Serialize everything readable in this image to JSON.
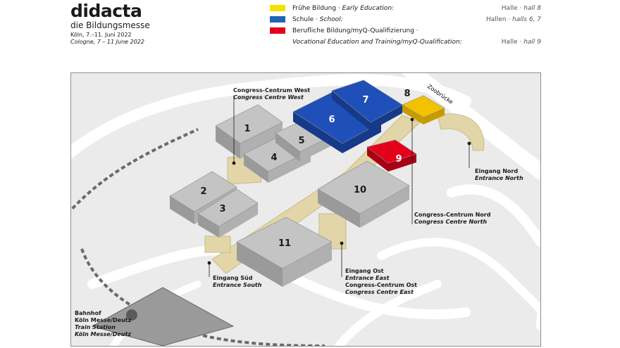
{
  "header": {
    "logo_title": "didacta",
    "logo_subtitle": "die Bildungsmesse",
    "date_de": "Köln, 7.–11. Juni 2022",
    "date_en": "Cologne, 7 – 11 June 2022"
  },
  "legend": [
    {
      "color": "#f5e000",
      "label_de": "Frühe Bildung · ",
      "label_en": "Early Education:",
      "hall_de": "Halle · ",
      "hall_en": "hall 8"
    },
    {
      "color": "#1f64b4",
      "label_de": "Schule · ",
      "label_en": "School:",
      "hall_de": "Hallen · ",
      "hall_en": "halls 6, 7"
    },
    {
      "color": "#e3001b",
      "label_de": "Berufliche Bildung/myQ-Qualifizierung ·",
      "label_en": "",
      "hall_de": "",
      "hall_en": ""
    },
    {
      "color": "",
      "label_de": "",
      "label_en": "Vocational Education and Training/myQ-Qualification:",
      "hall_de": "Halle · ",
      "hall_en": "hall 9"
    }
  ],
  "map": {
    "colors": {
      "grey_top": "#c4c4c4",
      "grey_side": "#9a9a9a",
      "grey_front": "#b0b0b0",
      "beige": "#e2d6a8",
      "beige_dark": "#c9ba84",
      "blue": "#1f4fb8",
      "blue_side": "#163a8a",
      "yellow": "#f2c200",
      "yellow_side": "#c69b00",
      "red": "#e3001b",
      "red_side": "#a80014",
      "road": "#ffffff",
      "rail": "#6a6a6a"
    },
    "halls": [
      {
        "id": "hall-1",
        "label": "1"
      },
      {
        "id": "hall-2",
        "label": "2"
      },
      {
        "id": "hall-3",
        "label": "3"
      },
      {
        "id": "hall-4",
        "label": "4"
      },
      {
        "id": "hall-5",
        "label": "5"
      },
      {
        "id": "hall-6",
        "label": "6"
      },
      {
        "id": "hall-7",
        "label": "7"
      },
      {
        "id": "hall-8",
        "label": "8"
      },
      {
        "id": "hall-9",
        "label": "9"
      },
      {
        "id": "hall-10",
        "label": "10"
      },
      {
        "id": "hall-11",
        "label": "11"
      }
    ],
    "street_label": "Zoobrücke",
    "callouts": {
      "ccw_de": "Congress-Centrum West",
      "ccw_en": "Congress Centre West",
      "nord_de": "Eingang Nord",
      "nord_en": "Entrance North",
      "ccn_de": "Congress-Centrum Nord",
      "ccn_en": "Congress Centre North",
      "ost_de": "Eingang Ost",
      "ost_en": "Entrance East",
      "cco_de": "Congress-Centrum Ost",
      "cco_en": "Congress Centre East",
      "sued_de": "Eingang Süd",
      "sued_en": "Entrance South",
      "bahnhof_de1": "Bahnhof",
      "bahnhof_de2": "Köln Messe/Deutz",
      "bahnhof_en1": "Train Station",
      "bahnhof_en2": "Köln Messe/Deutz"
    }
  }
}
